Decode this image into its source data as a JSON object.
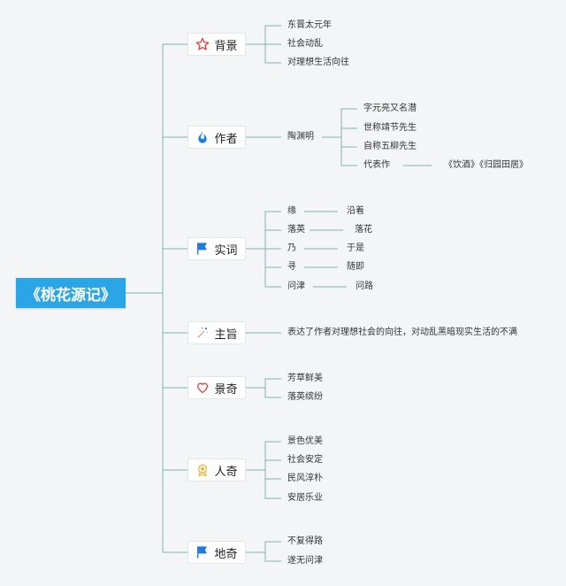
{
  "root": {
    "label": "《桃花源记》"
  },
  "branches": [
    {
      "key": "bg",
      "label": "背景",
      "icon": "star-icon",
      "items": [
        "东晋太元年",
        "社会动乱",
        "对理想生活向往"
      ]
    },
    {
      "key": "author",
      "label": "作者",
      "icon": "flame-icon",
      "node": "陶渊明",
      "items": [
        "字元亮又名潜",
        "世称靖节先生",
        "自称五柳先生",
        "代表作"
      ],
      "works": "《饮酒》《归园田居》"
    },
    {
      "key": "words",
      "label": "实词",
      "icon": "flag-icon",
      "pairs": [
        [
          "缘",
          "沿着"
        ],
        [
          "落英",
          "落花"
        ],
        [
          "乃",
          "于是"
        ],
        [
          "寻",
          "随即"
        ],
        [
          "问津",
          "问路"
        ]
      ]
    },
    {
      "key": "theme",
      "label": "主旨",
      "icon": "magic-wand-icon",
      "items": [
        "表达了作者对理想社会的向往，对动乱黑暗现实生活的不满"
      ]
    },
    {
      "key": "scene",
      "label": "景奇",
      "icon": "heart-icon",
      "items": [
        "芳草鲜美",
        "落英缤纷"
      ]
    },
    {
      "key": "people",
      "label": "人奇",
      "icon": "medal-icon",
      "items": [
        "景色优美",
        "社会安定",
        "民风淳朴",
        "安居乐业"
      ]
    },
    {
      "key": "place",
      "label": "地奇",
      "icon": "flag-icon",
      "items": [
        "不复得路",
        "遂无问津"
      ]
    }
  ],
  "colors": {
    "root": "#2aa6e6",
    "line": "#7fb2b0",
    "star": "#e3433c",
    "flame": "#1d7ce0",
    "flag": "#1d7ce0",
    "heart": "#e3433c",
    "medal": "#e2b93b"
  }
}
